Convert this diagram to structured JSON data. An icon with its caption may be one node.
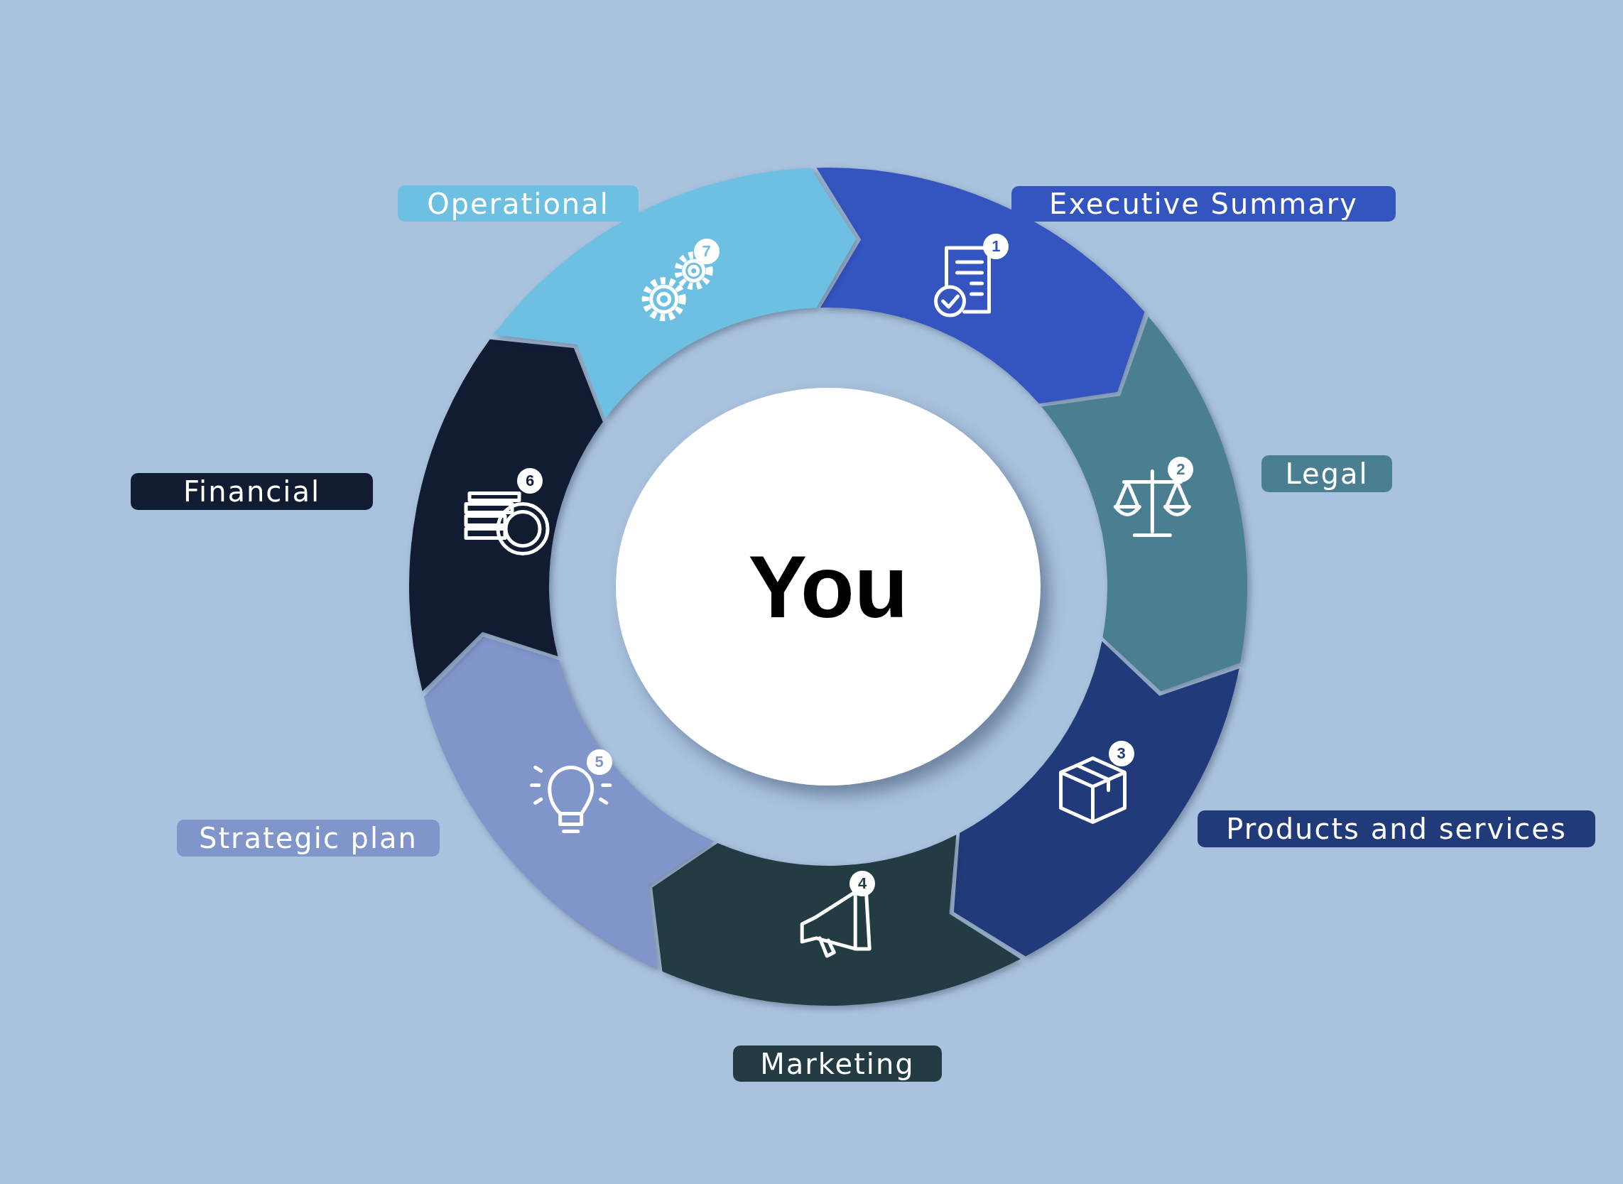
{
  "diagram": {
    "nodes": [
      {
        "text": [
          "You"
        ]
      },
      {
        "text": [
          "1"
        ]
      },
      {
        "text": [
          "2"
        ]
      },
      {
        "text": [
          "3"
        ]
      },
      {
        "text": [
          "4"
        ]
      },
      {
        "text": [
          "5"
        ]
      },
      {
        "text": [
          "6"
        ]
      },
      {
        "text": [
          "7"
        ]
      },
      {
        "text": [
          "Executive Summary"
        ]
      },
      {
        "text": [
          "Legal"
        ]
      },
      {
        "text": [
          "Products and services"
        ]
      },
      {
        "text": [
          "Marketing"
        ]
      },
      {
        "text": [
          "Strategic plan"
        ]
      },
      {
        "text": [
          "Financial"
        ]
      },
      {
        "text": [
          "Operational"
        ]
      }
    ]
  }
}
